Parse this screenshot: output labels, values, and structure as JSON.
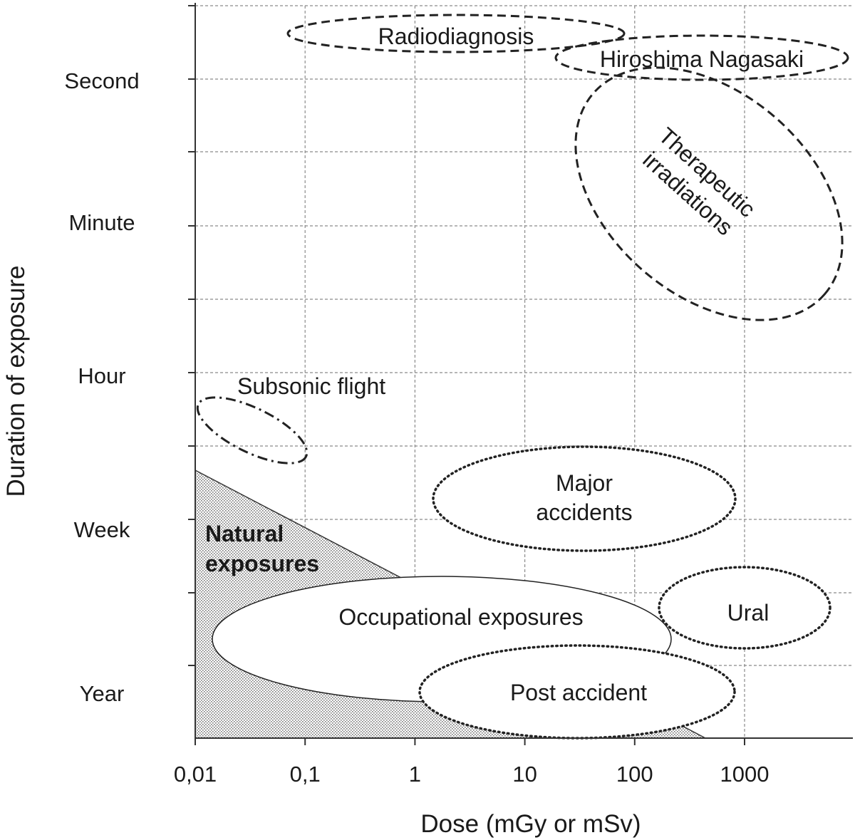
{
  "chart_data": {
    "type": "scatter",
    "title": "",
    "xlabel": "Dose (mGy or mSv)",
    "ylabel": "Duration of exposure",
    "x_scale": "log",
    "xlim": [
      0.01,
      6000
    ],
    "x_ticks": [
      "0,01",
      "0,1",
      "1",
      "10",
      "100",
      "1000"
    ],
    "y_ticks": [
      "Second",
      "Minute",
      "Hour",
      "Week",
      "Year"
    ],
    "grid": true,
    "regions": [
      {
        "label_lines": [
          "Radiodiagnosis"
        ],
        "outline": "dashed"
      },
      {
        "label_lines": [
          "Hiroshima Nagasaki"
        ],
        "outline": "dashed"
      },
      {
        "label_lines": [
          "Therapeutic",
          "irradiations"
        ],
        "outline": "dashed"
      },
      {
        "label_lines": [
          "Subsonic flight"
        ],
        "outline": "dash-dot"
      },
      {
        "label_lines": [
          "Major",
          "accidents"
        ],
        "outline": "dotted"
      },
      {
        "label_lines": [
          "Natural",
          "exposures"
        ],
        "outline": "shaded"
      },
      {
        "label_lines": [
          "Occupational exposures"
        ],
        "outline": "solid"
      },
      {
        "label_lines": [
          "Ural"
        ],
        "outline": "dotted"
      },
      {
        "label_lines": [
          "Post accident"
        ],
        "outline": "dotted"
      }
    ]
  }
}
